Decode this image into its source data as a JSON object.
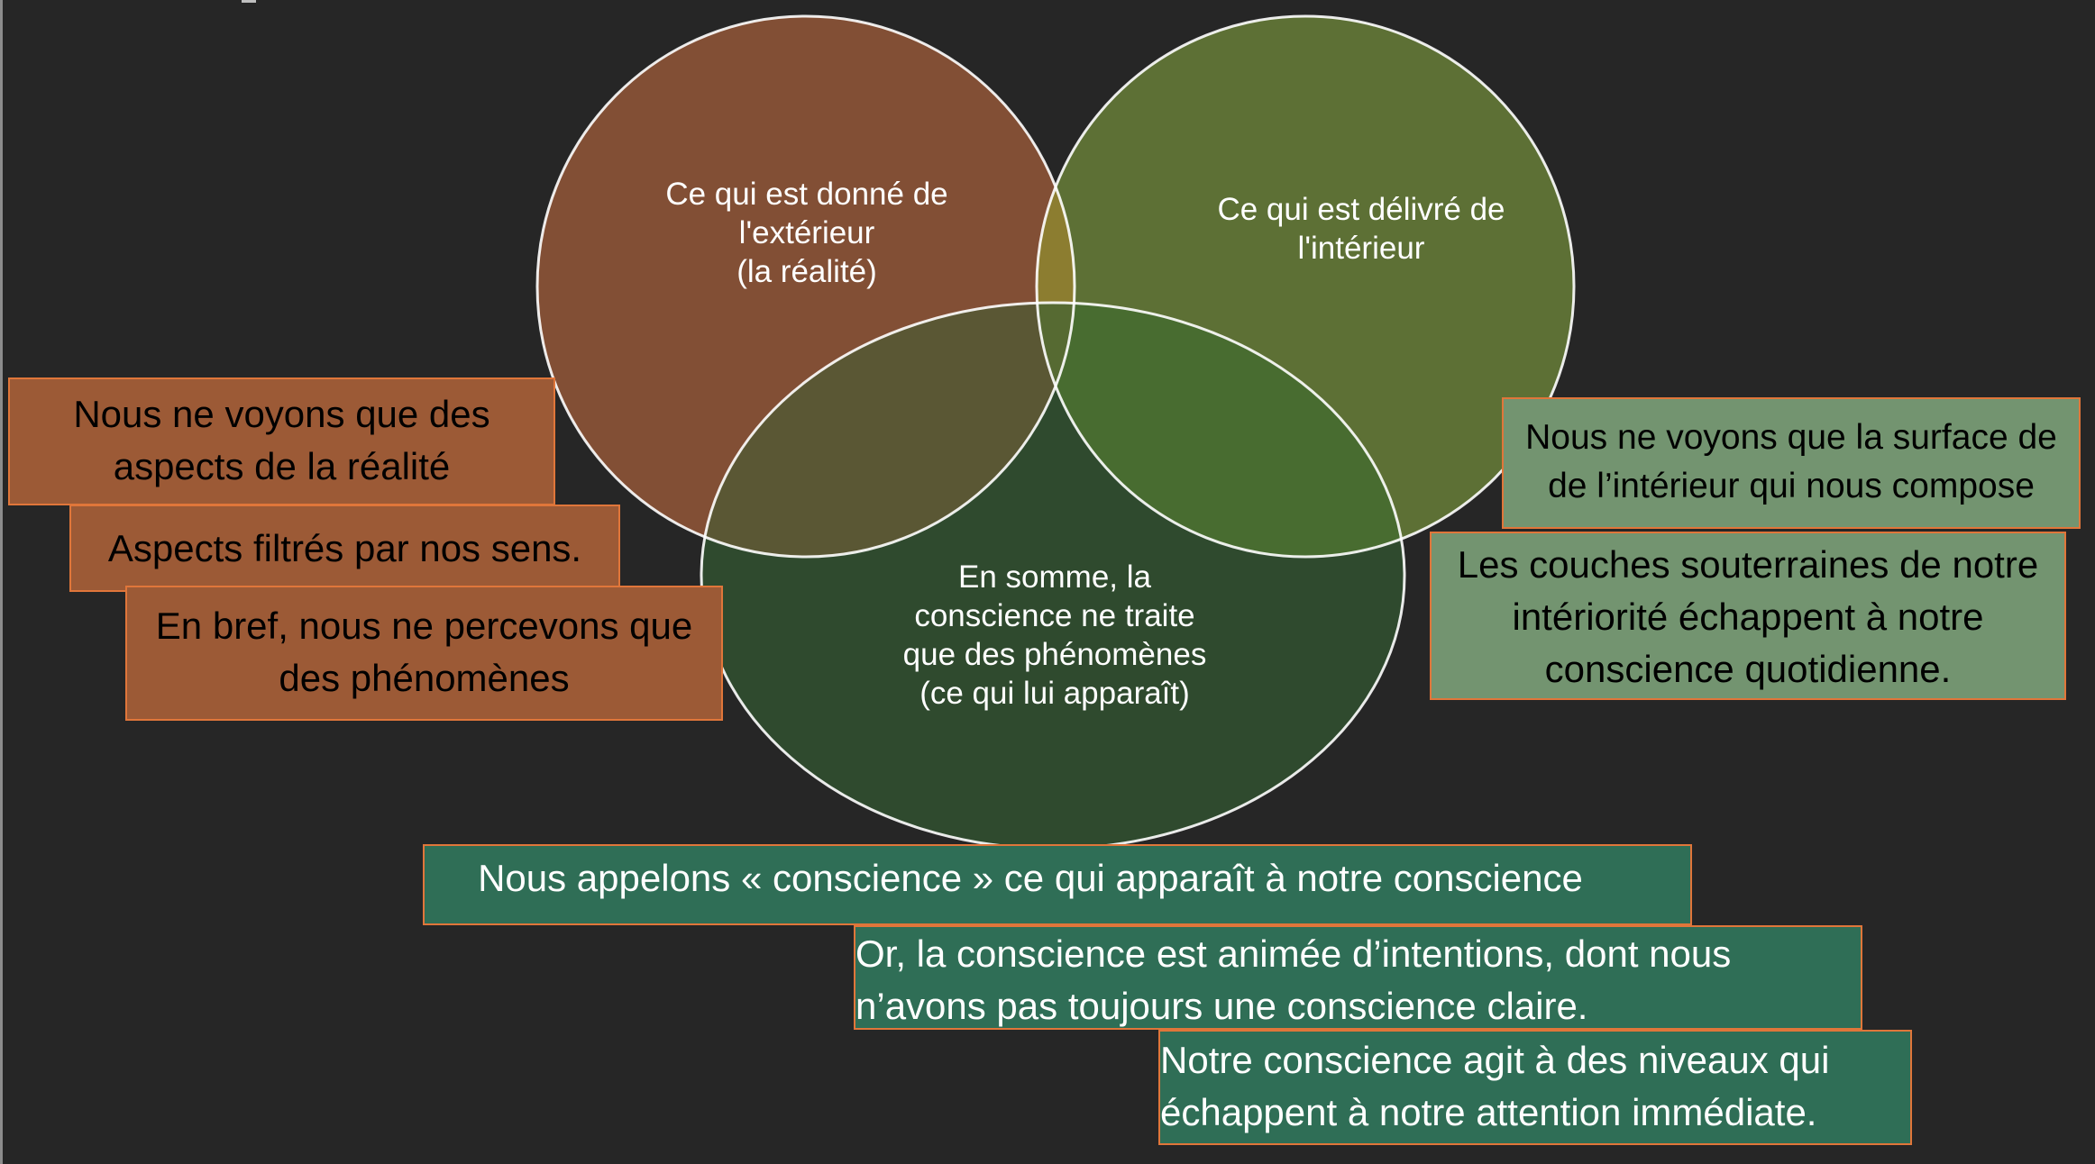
{
  "venn": {
    "left_circle": {
      "label": "Ce qui est donné de\nl'extérieur\n(la réalité)",
      "fill": "#824f35"
    },
    "right_circle": {
      "label": "Ce qui est délivré de\nl'intérieur",
      "fill": "#5d7035"
    },
    "bottom_circle": {
      "label": "En somme, la\nconscience ne traite\nque des phénomènes\n(ce qui lui apparaît)",
      "fill": "#2f4a2e"
    },
    "outline_color": "#ffffff"
  },
  "left_notes": [
    {
      "text": "Nous ne voyons que des\naspects de la réalité"
    },
    {
      "text": "Aspects filtrés par nos sens."
    },
    {
      "text": "En bref, nous ne percevons que\ndes phénomènes"
    }
  ],
  "right_notes": [
    {
      "text": "Nous ne voyons que la surface de\nde l’intérieur qui nous compose"
    },
    {
      "text": "Les couches souterraines de notre\nintériorité échappent à notre\nconscience quotidienne."
    }
  ],
  "bottom_notes": [
    {
      "text": "Nous appelons « conscience » ce qui apparaît à notre conscience"
    },
    {
      "text": "Or, la conscience est animée d’intentions, dont nous\nn’avons pas toujours une conscience claire."
    },
    {
      "text": "Notre conscience agit à des niveaux qui\néchappent à notre attention immédiate."
    }
  ],
  "colors": {
    "background": "#262626",
    "note_brown": "#9c5a36",
    "note_sage": "#739470",
    "note_teal": "#2f6e56",
    "note_border": "#e0763a"
  }
}
